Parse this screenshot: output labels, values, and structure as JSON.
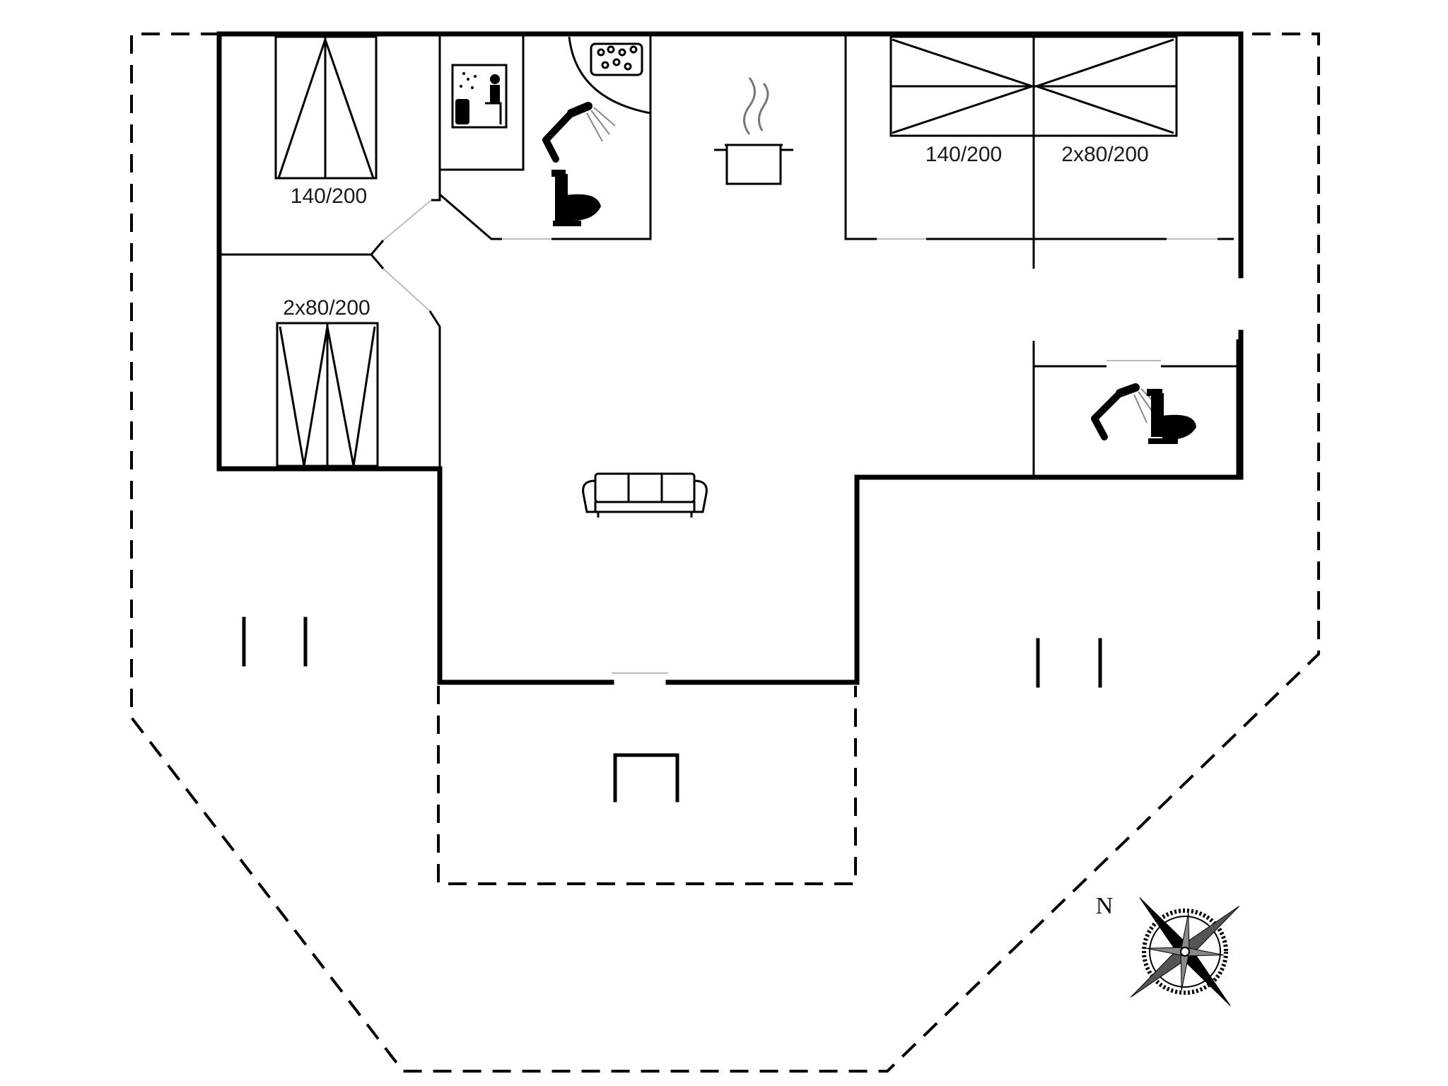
{
  "labels": {
    "bed_top_left": "140/200",
    "bed_left_middle": "2x80/200",
    "bed_top_right_a": "140/200",
    "bed_top_right_b": "2x80/200"
  },
  "compass": {
    "north_label": "N"
  },
  "icons": [
    "bed-icon",
    "sauna-icon",
    "shower-icon",
    "toilet-icon",
    "whirlpool-icon",
    "cooking-pot-icon",
    "sofa-icon",
    "compass-rose-icon"
  ],
  "colors": {
    "wall": "#000000",
    "background": "#ffffff"
  }
}
